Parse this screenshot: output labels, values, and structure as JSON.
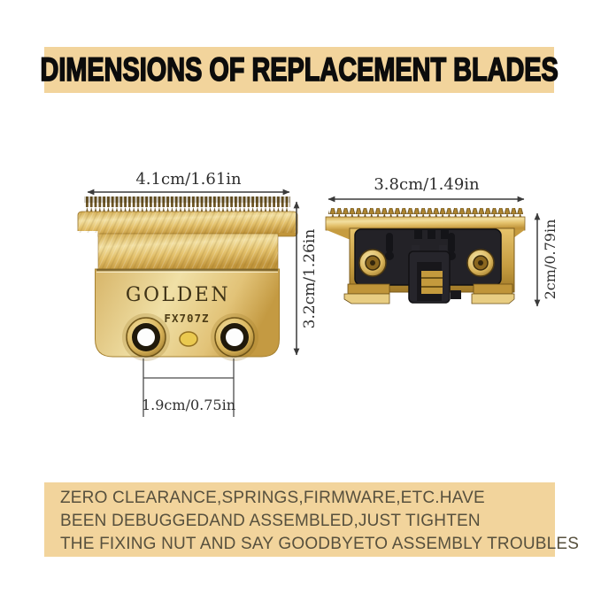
{
  "title_banner": {
    "text": "DIMENSIONS OF REPLACEMENT BLADES",
    "bg_color": "#f2d49c",
    "text_color": "#0c0c0c"
  },
  "front_blade": {
    "brand_text": "GOLDEN",
    "model_text": "FX707Z",
    "width_label": "4.1cm/1.61in",
    "height_label": "3.2cm/1.26in",
    "screw_spacing_label": "1.9cm/0.75in"
  },
  "back_blade": {
    "width_label": "3.8cm/1.49in",
    "height_label": "2cm/0.79in"
  },
  "footer_note": {
    "bg_color": "#f2d49c",
    "text_color": "#57503d",
    "lines": [
      "ZERO CLEARANCE,SPRINGS,FIRMWARE,ETC.HAVE",
      "BEEN DEBUGGEDAND ASSEMBLED,JUST TIGHTEN",
      "THE FIXING NUT AND SAY GOODBYETO ASSEMBLY TROUBLES"
    ]
  },
  "colors": {
    "gold_light": "#f2dfa0",
    "gold_mid": "#ddb75e",
    "gold_dark": "#bb9036",
    "teeth_dark": "#6b5322",
    "plastic_black": "#232227",
    "dimension_line": "#3a3a3a"
  }
}
